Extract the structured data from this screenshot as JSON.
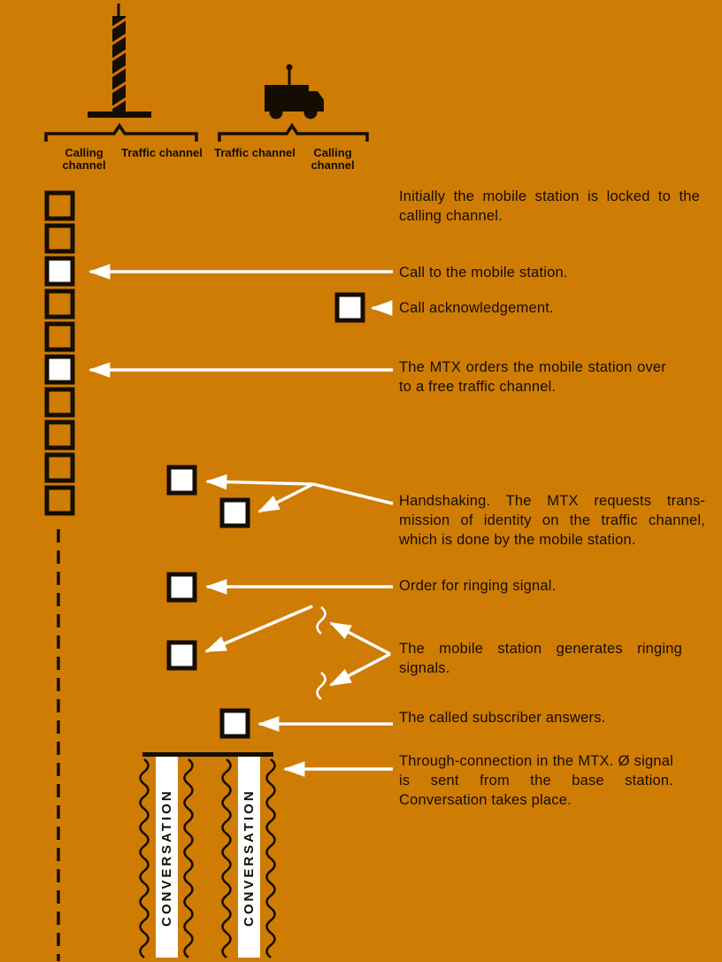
{
  "palette": {
    "background": "#cf7c04",
    "ink": "#150d01",
    "signal_white": "#ffffff"
  },
  "header": {
    "base_station": {
      "icon": "radio-tower-icon",
      "channel_labels": [
        "Calling channel",
        "Traffic channel"
      ]
    },
    "mobile_station": {
      "icon": "truck-icon",
      "channel_labels": [
        "Traffic channel",
        "Calling channel"
      ]
    }
  },
  "steps": [
    {
      "text": "Initially the mobile station is locked to the calling channel."
    },
    {
      "text": "Call to the mobile station."
    },
    {
      "text": "Call acknowledgement."
    },
    {
      "text": "The MTX orders the mobile station over to a free traffic channel."
    },
    {
      "text": "Handshaking. The MTX requests trans­mission of identity on the traffic channel, which is done by the mobile station."
    },
    {
      "text": "Order for ringing signal."
    },
    {
      "text": "The mobile station generates ringing signals."
    },
    {
      "text": "The called subscriber answers."
    },
    {
      "text": "Through-connection in the MTX. Ø signal is sent from the base station. Conversation takes place."
    }
  ],
  "conversation": {
    "left_label": "CONVERSATION",
    "right_label": "CONVERSATION"
  }
}
